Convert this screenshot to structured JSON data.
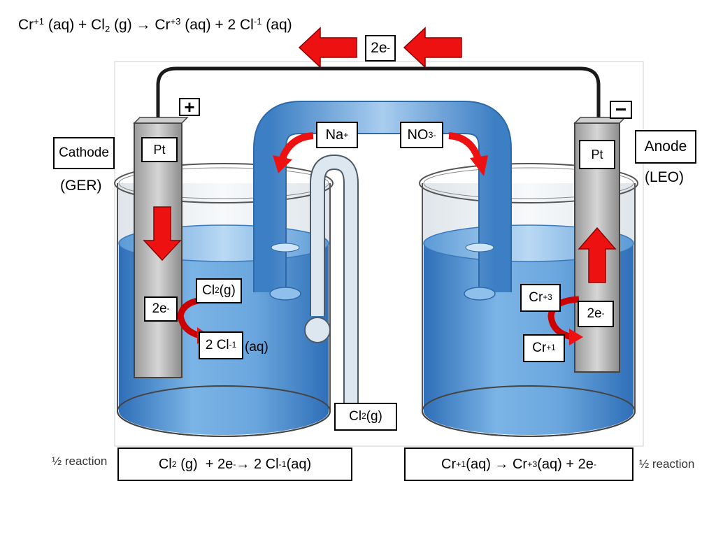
{
  "equation": {
    "cr": "Cr",
    "cr_sup1": "+1",
    "aq1": " (aq) + Cl",
    "cl_sub": "2",
    "g": " (g) → Cr",
    "cr_sup3": "+3",
    "aq2": " (aq) + 2 Cl",
    "cl_sup": "-1",
    "aq3": " (aq)"
  },
  "electron_top": {
    "text": "2e",
    "sup": "-"
  },
  "cathode": {
    "title": "Cathode",
    "mnemonic": "(GER)",
    "electrode": "Pt",
    "terminal": "+"
  },
  "anode": {
    "title": "Anode",
    "mnemonic": "(LEO)",
    "electrode": "Pt",
    "terminal": "−"
  },
  "salt_bridge": {
    "na": "Na",
    "na_sup": "+",
    "no": "NO",
    "no_sub": "3",
    "no_sup": "-"
  },
  "left_cell": {
    "cl2": "Cl",
    "cl2_sub": "2",
    "cl2_state": " (g)",
    "electrons": "2e",
    "electrons_sup": "-",
    "chloride": "2 Cl",
    "chloride_sup": "-1",
    "chloride_state": "(aq)"
  },
  "gas_inlet": {
    "text": "Cl",
    "sub": "2",
    "state": " (g)"
  },
  "right_cell": {
    "cr3": "Cr",
    "cr3_sup": "+3",
    "electrons": "2e",
    "electrons_sup": "-",
    "cr1": "Cr",
    "cr1_sup": "+1"
  },
  "half_reactions": {
    "label": "½ reaction",
    "cathode": {
      "a": "Cl",
      "a_sub": "2",
      "b": " (g)  + 2e",
      "b_sup": "-",
      "c": " → 2 Cl",
      "c_sup": "-1",
      "d": " (aq)"
    },
    "anode": {
      "a": "Cr",
      "a_sup": "+1",
      "b": " (aq) → Cr",
      "b_sup": "+3",
      "c": " (aq) + 2e",
      "c_sup": "-"
    }
  },
  "colors": {
    "solution": "#4a8fd4",
    "arrow_red": "#ee1111",
    "electrode_gray": "#b9b9b9",
    "tube": "#d7e3ef"
  }
}
